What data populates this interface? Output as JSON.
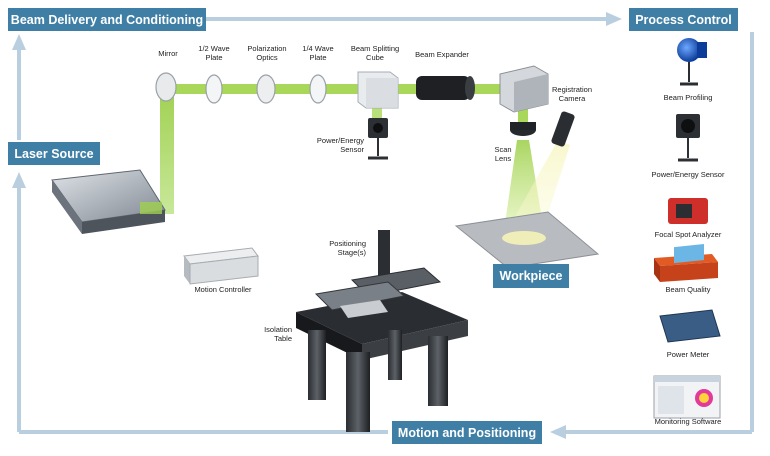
{
  "boxes": {
    "beam_delivery": "Beam Delivery and Conditioning",
    "process_control": "Process Control",
    "laser_source": "Laser Source",
    "motion_positioning": "Motion and Positioning",
    "workpiece": "Workpiece"
  },
  "optics": {
    "mirror": "Mirror",
    "half_wave": "1/2 Wave\nPlate",
    "polarization": "Polarization\nOptics",
    "quarter_wave": "1/4 Wave\nPlate",
    "beam_splitting": "Beam Splitting\nCube",
    "beam_expander": "Beam Expander",
    "power_sensor": "Power/Energy\nSensor",
    "scan_lens": "Scan\nLens",
    "registration_camera": "Registration\nCamera"
  },
  "motion": {
    "controller": "Motion Controller",
    "stages": "Positioning\nStage(s)",
    "isolation_table": "Isolation\nTable"
  },
  "process_items": [
    "Beam Profiling",
    "Power/Energy Sensor",
    "Focal Spot Analyzer",
    "Beam Quality",
    "Power Meter",
    "Monitoring Software"
  ],
  "colors": {
    "box": "#3f7fa6",
    "arrow": "#b9cfe0",
    "beam": "#8dc63f"
  }
}
